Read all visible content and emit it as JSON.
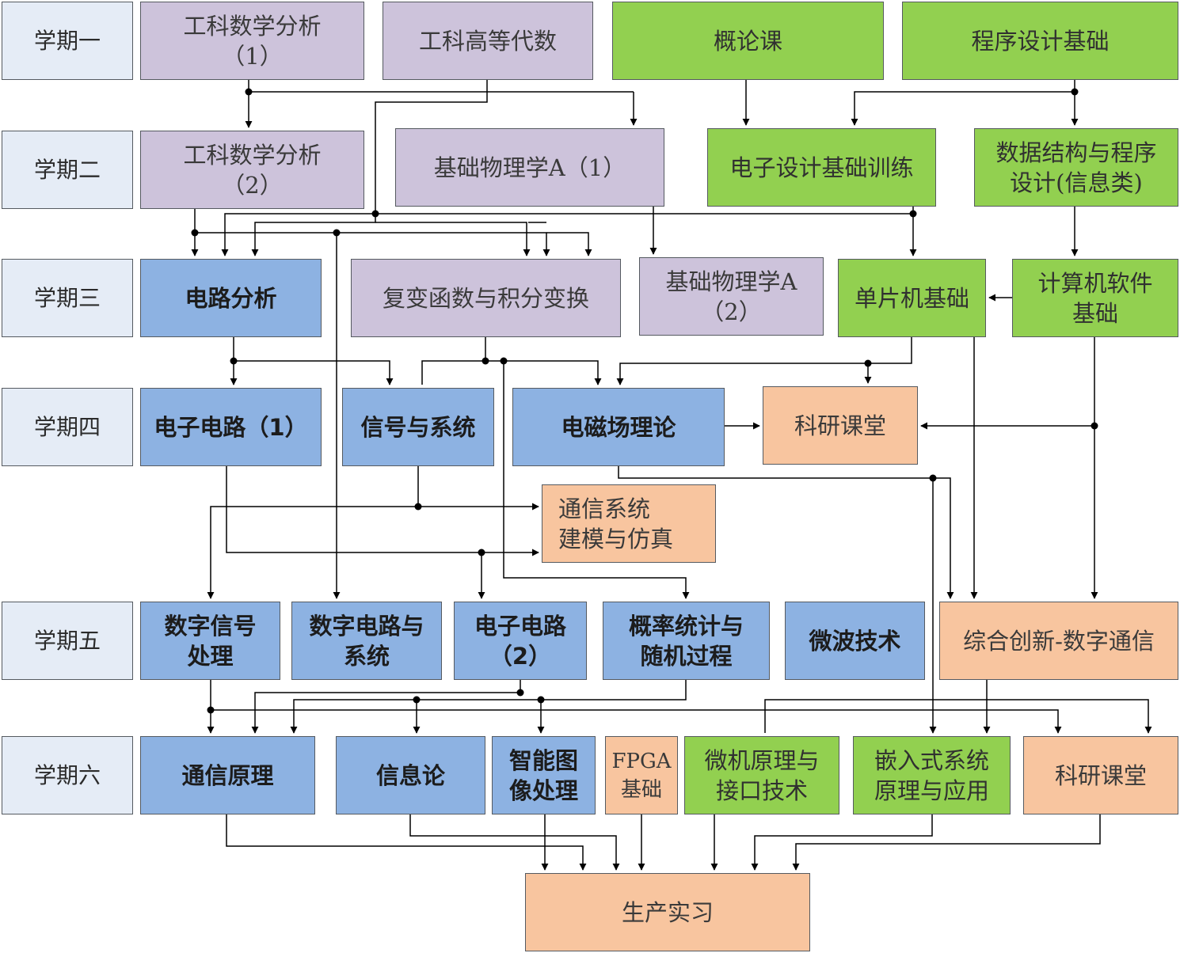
{
  "semesters": {
    "s1": "学期一",
    "s2": "学期二",
    "s3": "学期三",
    "s4": "学期四",
    "s5": "学期五",
    "s6": "学期六"
  },
  "courses": {
    "math1": "工科数学分析\n（1）",
    "algebra": "工科高等代数",
    "intro": "概论课",
    "prog": "程序设计基础",
    "math2": "工科数学分析\n（2）",
    "phys1": "基础物理学A（1）",
    "ede": "电子设计基础训练",
    "ds": "数据结构与程序\n设计(信息类)",
    "circuit": "电路分析",
    "complex": "复变函数与积分变换",
    "phys2": "基础物理学A\n（2）",
    "mcu": "单片机基础",
    "software": "计算机软件\n基础",
    "ec1": "电子电路（1）",
    "signals": "信号与系统",
    "em": "电磁场理论",
    "research1": "科研课堂",
    "comsim": "通信系统\n建模与仿真",
    "dsp": "数字信号\n处理",
    "digital": "数字电路与\n系统",
    "ec2": "电子电路\n（2）",
    "prob": "概率统计与\n随机过程",
    "microwave": "微波技术",
    "innov": "综合创新-数字通信",
    "commprin": "通信原理",
    "info": "信息论",
    "image": "智能图\n像处理",
    "fpga": "FPGA\n基础",
    "microcomp": "微机原理与\n接口技术",
    "embedded": "嵌入式系统\n原理与应用",
    "research2": "科研课堂",
    "intern": "生产实习"
  },
  "colors": {
    "semester": "#e5ecf6",
    "math_physics": "#cdc3db",
    "computer": "#92d050",
    "core": "#8db2e2",
    "practice": "#f8c59f",
    "line": "#000000"
  }
}
